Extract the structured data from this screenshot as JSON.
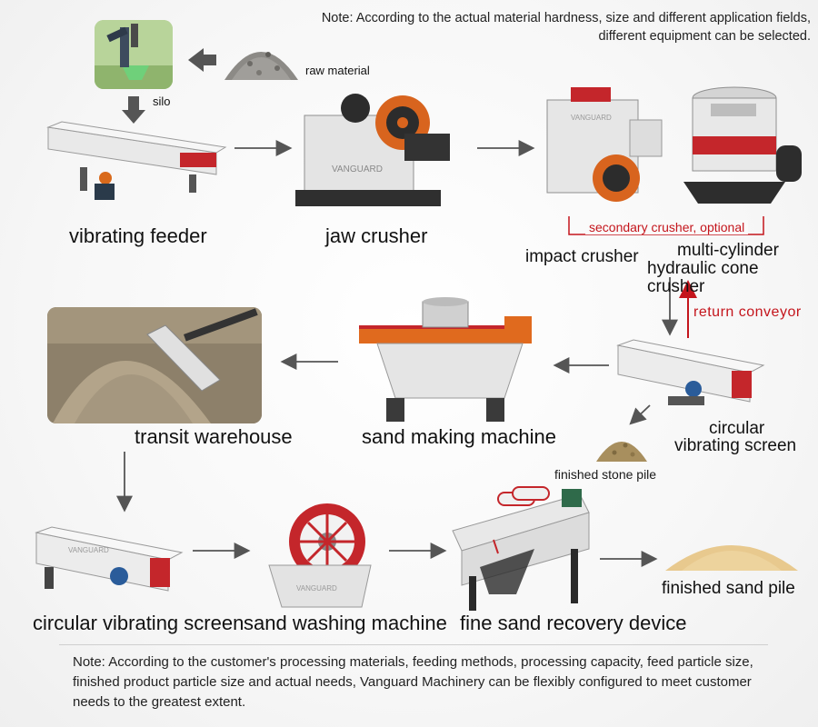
{
  "notes": {
    "top": "Note: According to the actual material hardness, size and different application fields, different equipment can be selected.",
    "bottom": "Note: According to the customer's processing materials, feeding methods, processing capacity, feed particle size, finished product particle size and actual needs, Vanguard Machinery can be flexibly configured to meet customer needs to the greatest extent."
  },
  "labels": {
    "raw_material": "raw material",
    "silo": "silo",
    "vibrating_feeder": "vibrating feeder",
    "jaw_crusher": "jaw crusher",
    "secondary_optional": "secondary crusher, optional",
    "impact_crusher": "impact crusher",
    "cone_crusher_line1": "multi-cylinder",
    "cone_crusher_line2": "hydraulic cone crusher",
    "return_conveyor": "return conveyor",
    "transit_warehouse": "transit warehouse",
    "sand_making_machine": "sand making machine",
    "circular_screen_line1": "circular",
    "circular_screen_line2": "vibrating screen",
    "finished_stone_pile": "finished stone pile",
    "circular_vibrating_screen": "circular vibrating screen",
    "sand_washing_machine": "sand washing machine",
    "fine_sand_recovery": "fine sand recovery device",
    "finished_sand_pile": "finished sand pile"
  },
  "brand": {
    "name": "VANGUARD"
  },
  "colors": {
    "accent_red": "#c4151c",
    "arrow_gray": "#555555",
    "machine_orange": "#e0601a"
  }
}
